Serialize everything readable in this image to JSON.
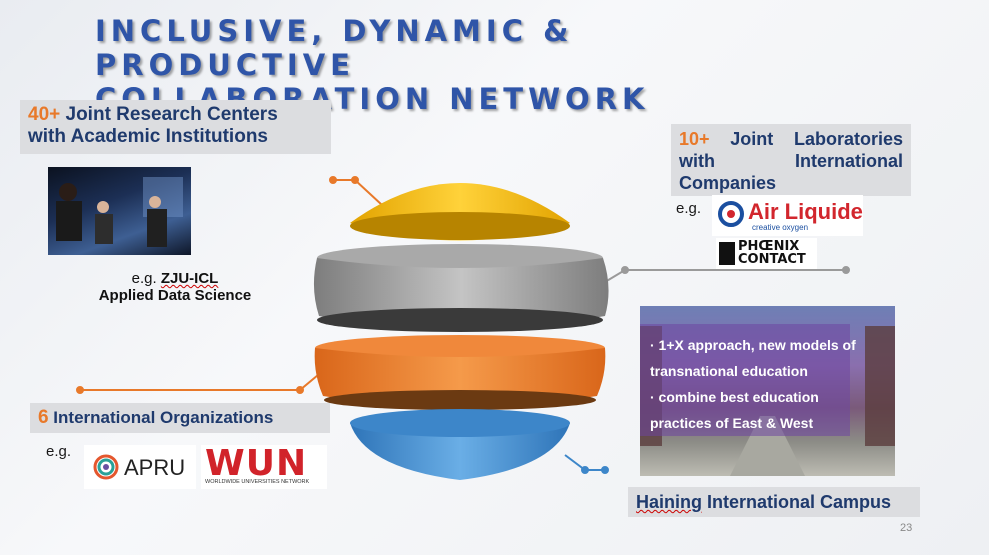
{
  "title": {
    "line1": "INCLUSIVE, DYNAMIC & PRODUCTIVE",
    "line2": "COLLABORATION NETWORK"
  },
  "research": {
    "number": "40+",
    "text_line1": " Joint Research Centers",
    "text_line2": "with Academic Institutions",
    "eg": "e.g. ",
    "example1": "ZJU-ICL",
    "example2": "Applied Data Science"
  },
  "labs": {
    "number": "10+",
    "word1": "Joint",
    "word2": "Laboratories",
    "word3": "with",
    "word4": "International",
    "word5": "Companies",
    "eg": "e.g.",
    "logo1_name": "Air Liquide",
    "logo1_sub": "creative oxygen",
    "logo2_line1": "PHŒNIX",
    "logo2_line2": "CONTACT"
  },
  "orgs": {
    "number": "6",
    "text": " International  Organizations",
    "eg": "e.g.",
    "logo1": "APRU",
    "logo2": "WUN",
    "logo2_sub": "WORLDWIDE UNIVERSITIES NETWORK"
  },
  "campus": {
    "bullet1": "· 1+X approach,  new models of",
    "bullet1b": "transnational education",
    "bullet2": "· combine best education",
    "bullet2b": "practices of East & West",
    "label_a": "Haining",
    "label_b": " International Campus"
  },
  "page_number": "23",
  "colors": {
    "accent": "#e8792a",
    "title": "#2f55a8",
    "layer_yellow": "#f2b700",
    "layer_gray": "#8f8f8f",
    "layer_orange": "#ea7a2b",
    "layer_blue": "#3d86c9"
  }
}
